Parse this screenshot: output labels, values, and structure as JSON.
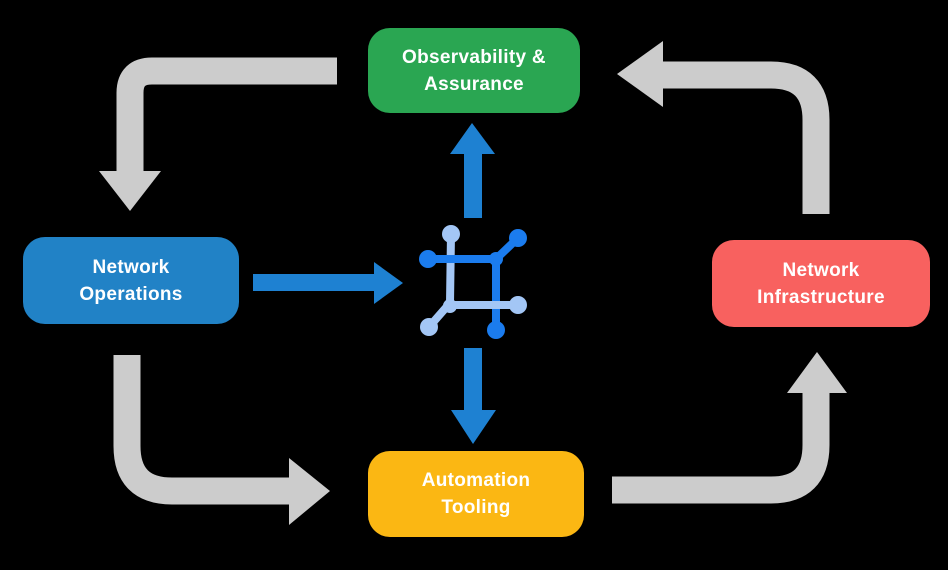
{
  "diagram": {
    "nodes": {
      "observability": {
        "line1": "Observability &",
        "line2": "Assurance",
        "color": "#2aa652"
      },
      "operations": {
        "line1": "Network",
        "line2": "Operations",
        "color": "#2182c6"
      },
      "infrastructure": {
        "line1": "Network",
        "line2": "Infrastructure",
        "color": "#f8615f"
      },
      "automation": {
        "line1": "Automation",
        "line2": "Tooling",
        "color": "#fbb713"
      }
    },
    "edges": [
      {
        "from": "observability",
        "to": "operations",
        "style": "cycle"
      },
      {
        "from": "operations",
        "to": "automation",
        "style": "cycle"
      },
      {
        "from": "automation",
        "to": "infrastructure",
        "style": "cycle"
      },
      {
        "from": "infrastructure",
        "to": "observability",
        "style": "cycle"
      },
      {
        "from": "operations",
        "to": "hub-icon",
        "style": "data"
      },
      {
        "from": "hub-icon",
        "to": "observability",
        "style": "data"
      },
      {
        "from": "hub-icon",
        "to": "automation",
        "style": "data"
      }
    ],
    "colors": {
      "background": "#000000",
      "cycle_arrow": "#cccccc",
      "data_arrow": "#1e81d2",
      "icon_primary": "#1b7cee",
      "icon_secondary": "#a3c6f5",
      "label_text": "#ffffff"
    },
    "icon": {
      "name": "network-automation-icon"
    }
  }
}
